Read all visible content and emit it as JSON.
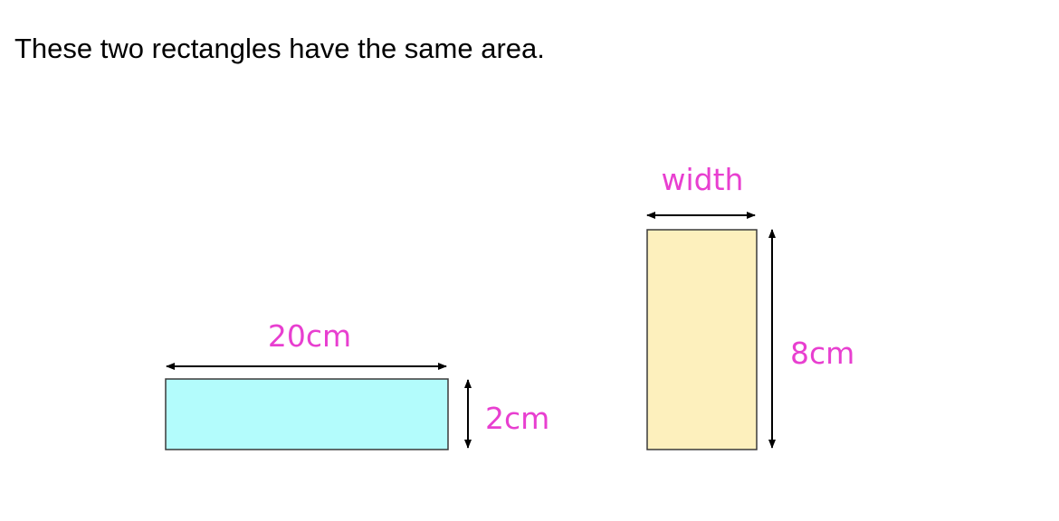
{
  "question": "These two rectangles have the same area.",
  "colors": {
    "label": "#e83fd0",
    "rect_a_fill": "#b3fcfc",
    "rect_b_fill": "#fdf0bd",
    "outline": "#3a3a3a",
    "arrow": "#000000"
  },
  "rect_a": {
    "length_label": "20cm",
    "height_label": "2cm"
  },
  "rect_b": {
    "width_label": "width",
    "height_label": "8cm"
  }
}
